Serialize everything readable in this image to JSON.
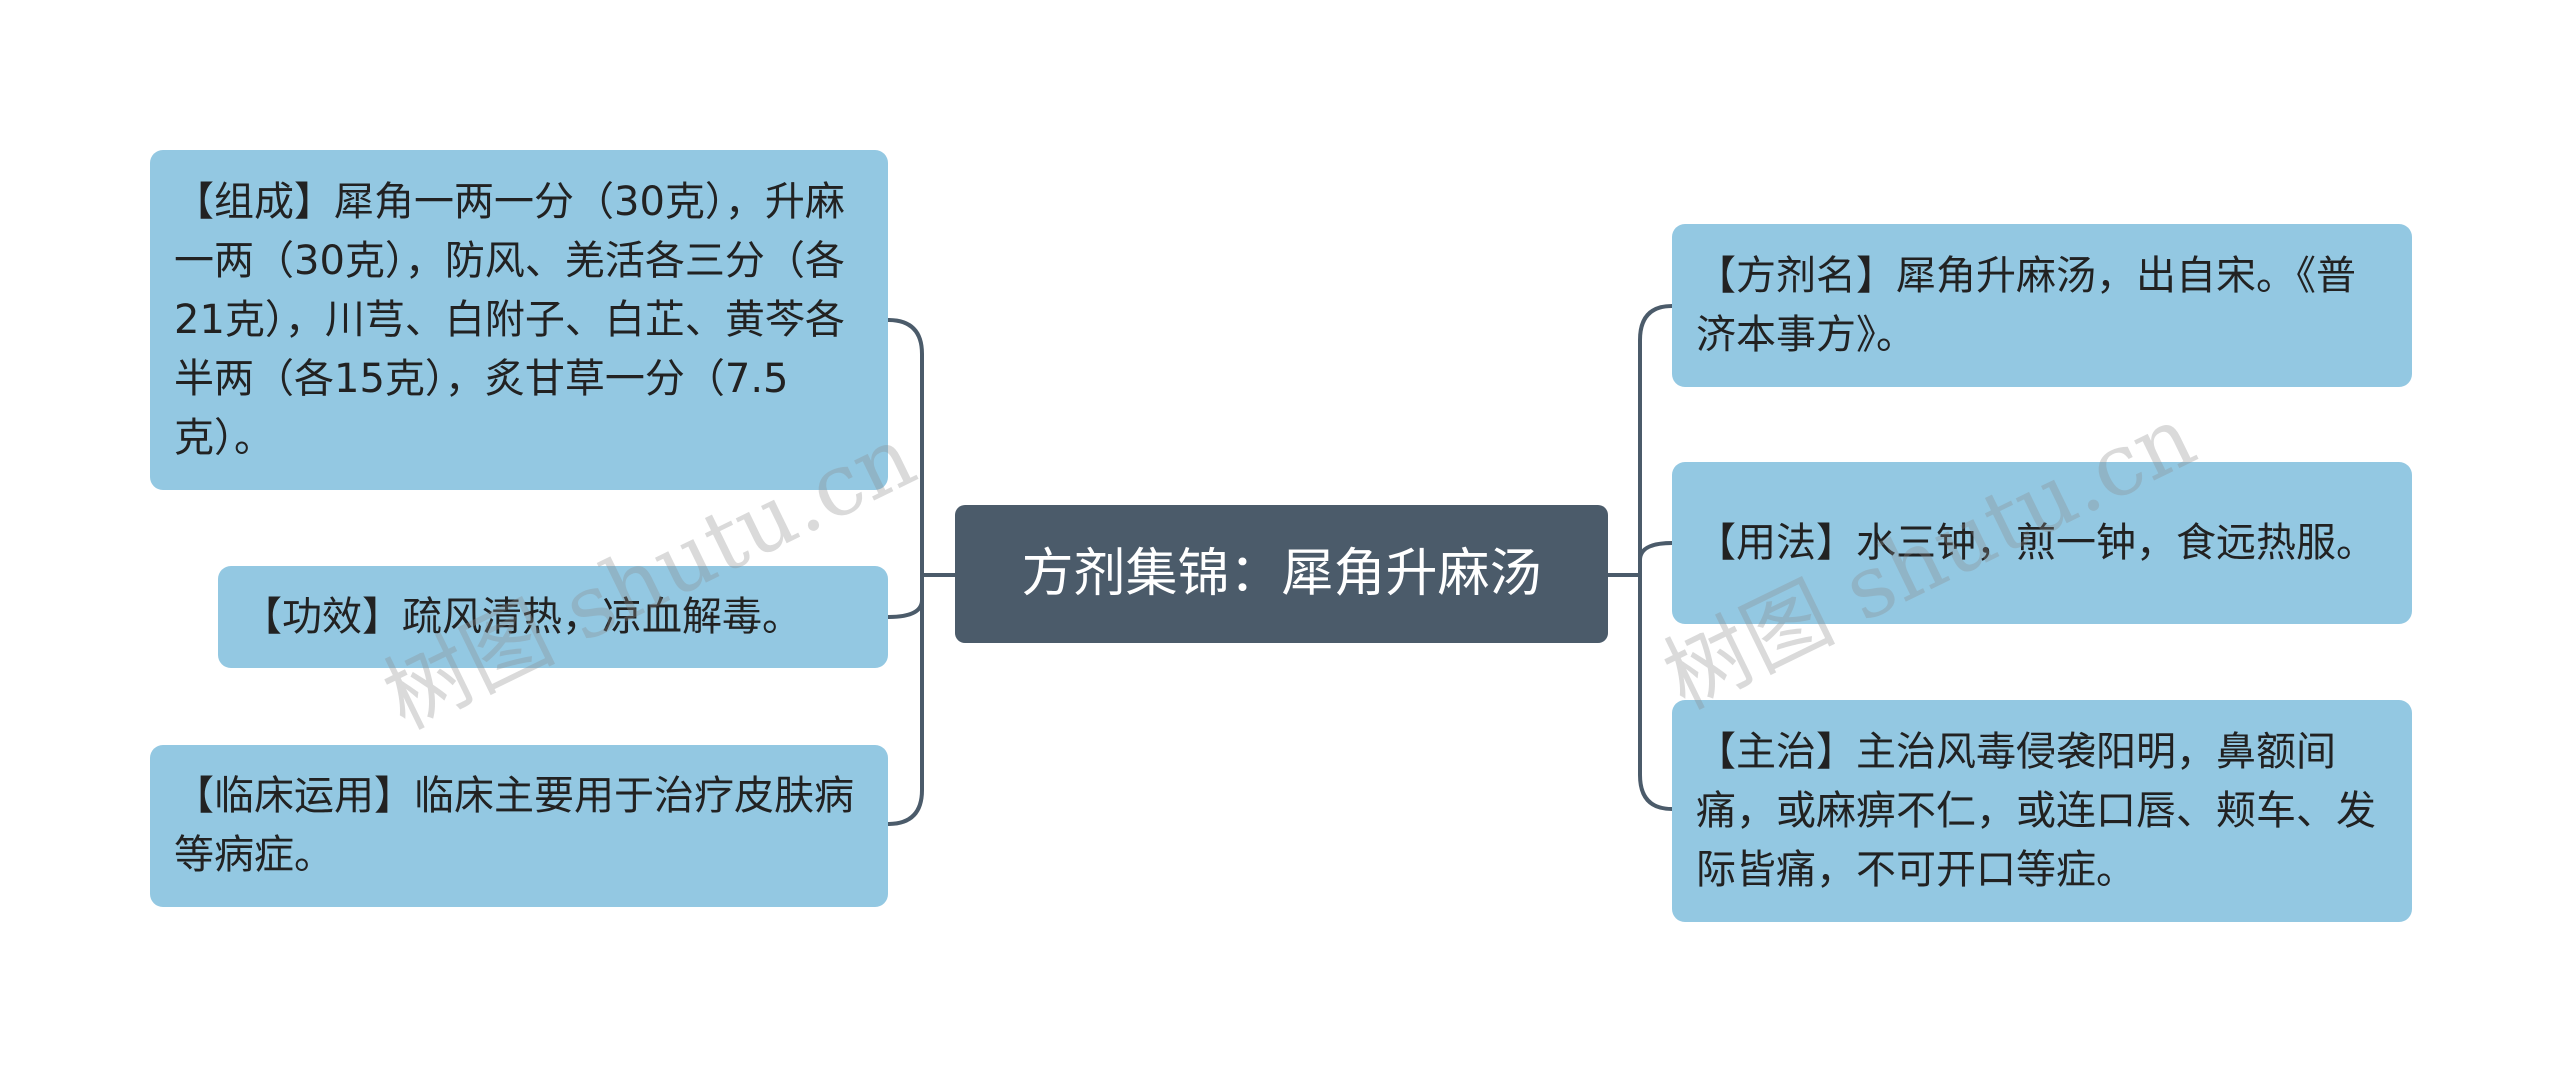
{
  "colors": {
    "center_bg": "#4b5b6a",
    "center_text": "#ffffff",
    "leaf_bg": "#93c8e2",
    "leaf_text": "#222222",
    "connector": "#4b5b6a"
  },
  "center": {
    "label": "方剂集锦：犀角升麻汤"
  },
  "left_nodes": [
    {
      "label": "【组成】犀角一两一分（30克），升麻一两（30克），防风、羌活各三分（各21克），川芎、白附子、白芷、黄芩各半两（各15克），炙甘草一分（7.5克）。"
    },
    {
      "label": "【功效】疏风清热，凉血解毒。"
    },
    {
      "label": "【临床运用】临床主要用于治疗皮肤病等病症。"
    }
  ],
  "right_nodes": [
    {
      "label": "【方剂名】犀角升麻汤，出自宋。《普济本事方》。"
    },
    {
      "label": "【用法】水三钟，煎一钟，食远热服。"
    },
    {
      "label": "【主治】主治风毒侵袭阳明，鼻额间痛，或麻痹不仁，或连口唇、颊车、发际皆痛，不可开口等症。"
    }
  ],
  "watermarks": [
    {
      "text": "树图 shutu.cn"
    },
    {
      "text": "树图 shutu.cn"
    }
  ]
}
